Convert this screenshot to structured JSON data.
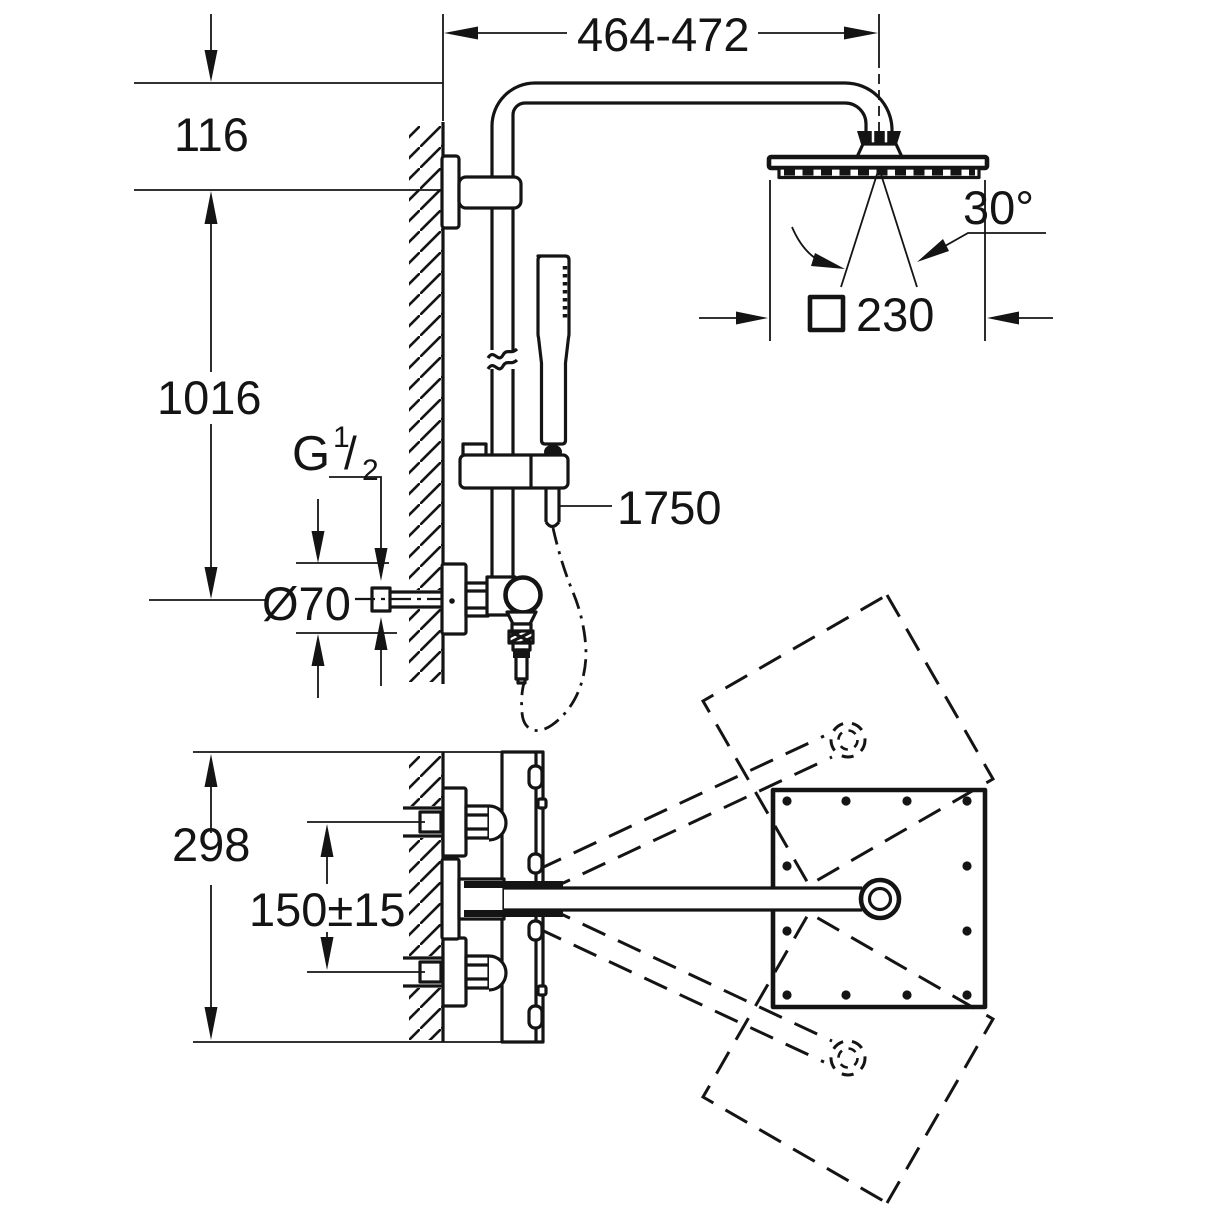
{
  "drawing": {
    "kind": "technical installation drawing",
    "colors": {
      "ink": "#141414",
      "background": "#ffffff"
    },
    "side_view": {
      "dim_arm_projection": "464-472",
      "dim_head_to_bracket": "116",
      "dim_bracket_to_valve": "1016",
      "thread": {
        "prefix": "G",
        "numerator": "1",
        "slash": "/",
        "denominator": "2"
      },
      "dim_escutcheon_diameter": "Ø70",
      "dim_hose_length": "1750",
      "dim_head_swivel_angle": "30°",
      "dim_head_width": "230"
    },
    "top_view": {
      "dim_valve_body_length": "298",
      "dim_inlet_spacing": "150±15"
    }
  }
}
